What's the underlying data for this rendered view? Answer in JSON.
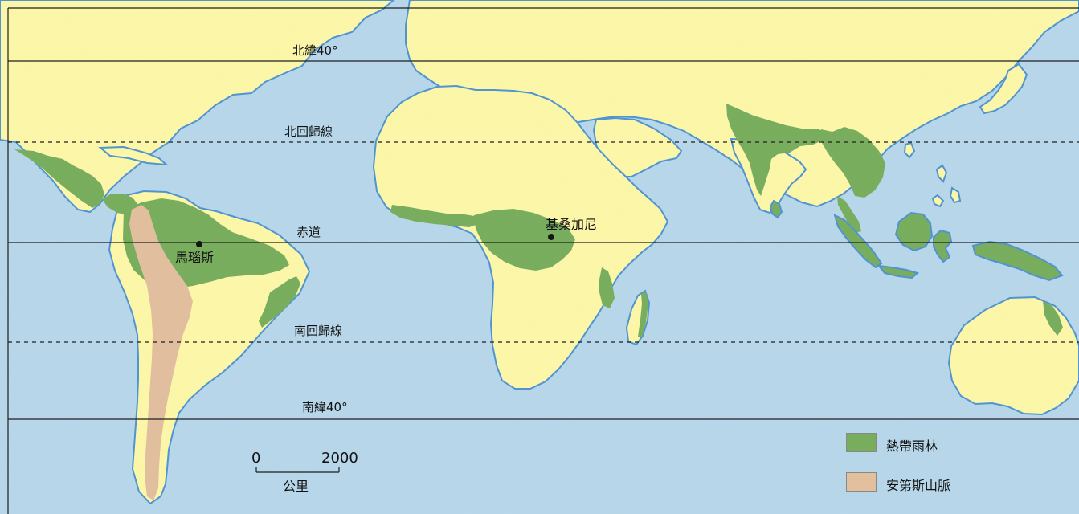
{
  "colors": {
    "ocean": "#b7d7ea",
    "land": "#fdf7a8",
    "rainforest": "#77ad5c",
    "andes": "#e2bf9d",
    "coast": "#4d93d1",
    "line": "#1b1b1b"
  },
  "lines": {
    "north40": "北緯40°",
    "north_tropic": "北回歸線",
    "equator": "赤道",
    "south_tropic": "南回歸線",
    "south40": "南緯40°"
  },
  "places": {
    "manaus": "馬瑙斯",
    "kisangani": "基桑加尼"
  },
  "scale": {
    "min": "0",
    "max": "2000",
    "unit": "公里"
  },
  "legend": {
    "rainforest": "熱帶雨林",
    "andes": "安第斯山脈"
  }
}
